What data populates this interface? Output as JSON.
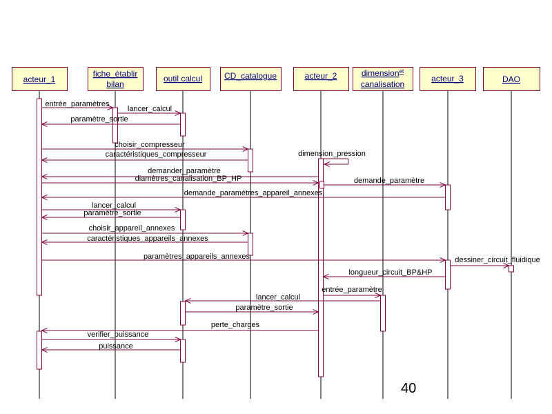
{
  "participants": [
    {
      "line1": "acteur_1"
    },
    {
      "line1": "fiche_établir",
      "line2": "bilan"
    },
    {
      "line1": "outil calcul"
    },
    {
      "line1": "CD_catalogue"
    },
    {
      "line1": "acteur_2"
    },
    {
      "line1": "dimension",
      "sup": "et",
      "line2": "canalisation"
    },
    {
      "line1": "acteur_3"
    },
    {
      "line1": "DAO"
    }
  ],
  "messages": [
    {
      "label": "entrée_paramètres",
      "from": 0,
      "to": 1
    },
    {
      "label": "lancer_calcul",
      "from": 1,
      "to": 2
    },
    {
      "label": "paramètre_sortie",
      "from": 2,
      "to": 0
    },
    {
      "label": "choisir_compresseur",
      "from": 0,
      "to": 3
    },
    {
      "label": "caractéristiques_compresseur",
      "from": 3,
      "to": 0
    },
    {
      "label": "dimension_pression",
      "from": 4,
      "to": 4
    },
    {
      "label": "demander_paramètre",
      "from": 4,
      "to": 0
    },
    {
      "label": "diamètres_canalisation_BP_HP",
      "from": 0,
      "to": 4
    },
    {
      "label": "demande_paramètre",
      "from": 4,
      "to": 6
    },
    {
      "label": "demande_paramètres_appareil_annexes",
      "from": 6,
      "to": 0
    },
    {
      "label": "lancer_calcul",
      "from": 0,
      "to": 2
    },
    {
      "label": "paramètre_sortie",
      "from": 2,
      "to": 0
    },
    {
      "label": "choisir_appareil_annexes",
      "from": 0,
      "to": 3
    },
    {
      "label": "caractéristiques_appareils_annexes",
      "from": 3,
      "to": 0
    },
    {
      "label": "paramètres_appareils_annexes",
      "from": 0,
      "to": 6
    },
    {
      "label": "dessiner_circuit_fluidique",
      "from": 6,
      "to": 7
    },
    {
      "label": "longueur_circuit_BP&HP",
      "from": 6,
      "to": 4
    },
    {
      "label": "entrée_paramètre",
      "from": 4,
      "to": 5
    },
    {
      "label": "lancer_calcul",
      "from": 5,
      "to": 2
    },
    {
      "label": "paramètre_sortie",
      "from": 2,
      "to": 4
    },
    {
      "label": "perte_charges",
      "from": 4,
      "to": 0
    },
    {
      "label": "verifier_puissance",
      "from": 0,
      "to": 2
    },
    {
      "label": "puissance",
      "from": 2,
      "to": 0
    }
  ],
  "page_number": "40",
  "colors": {
    "box_fill": "#ffffcc",
    "box_stroke": "#800040",
    "box_text": "#000080",
    "message_line": "#800040",
    "activation_fill": "#ffffff",
    "lifeline": "#000000",
    "label_text": "#000000"
  }
}
